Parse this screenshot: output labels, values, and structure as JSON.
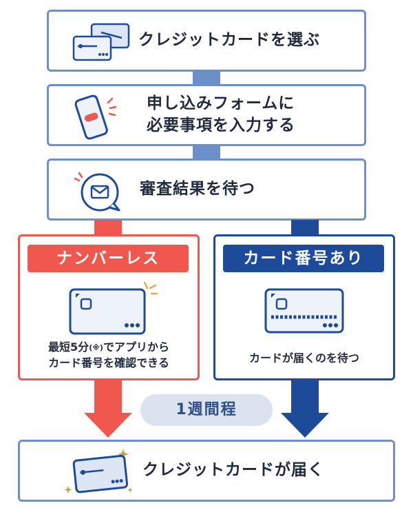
{
  "steps": {
    "choose_card": "クレジットカードを選ぶ",
    "apply_line1": "申し込みフォームに",
    "apply_line2": "必要事項を入力する",
    "wait_review": "審査結果を待つ",
    "card_arrives": "クレジットカードが届く"
  },
  "numberless": {
    "title": "ナンバーレス",
    "caption_line1_prefix": "最短5分",
    "caption_note": "(※)",
    "caption_line1_suffix": "でアプリから",
    "caption_line2": "カード番号を確認できる"
  },
  "with_number": {
    "title": "カード番号あり",
    "caption": "カードが届くのを待つ"
  },
  "duration_label": "1週間程",
  "colors": {
    "frame_blue": "#6f8fc6",
    "connector_blue": "#6b8fc8",
    "red": "#f0574f",
    "navy": "#1e4a9a",
    "pill_bg": "#dbe3f0"
  }
}
